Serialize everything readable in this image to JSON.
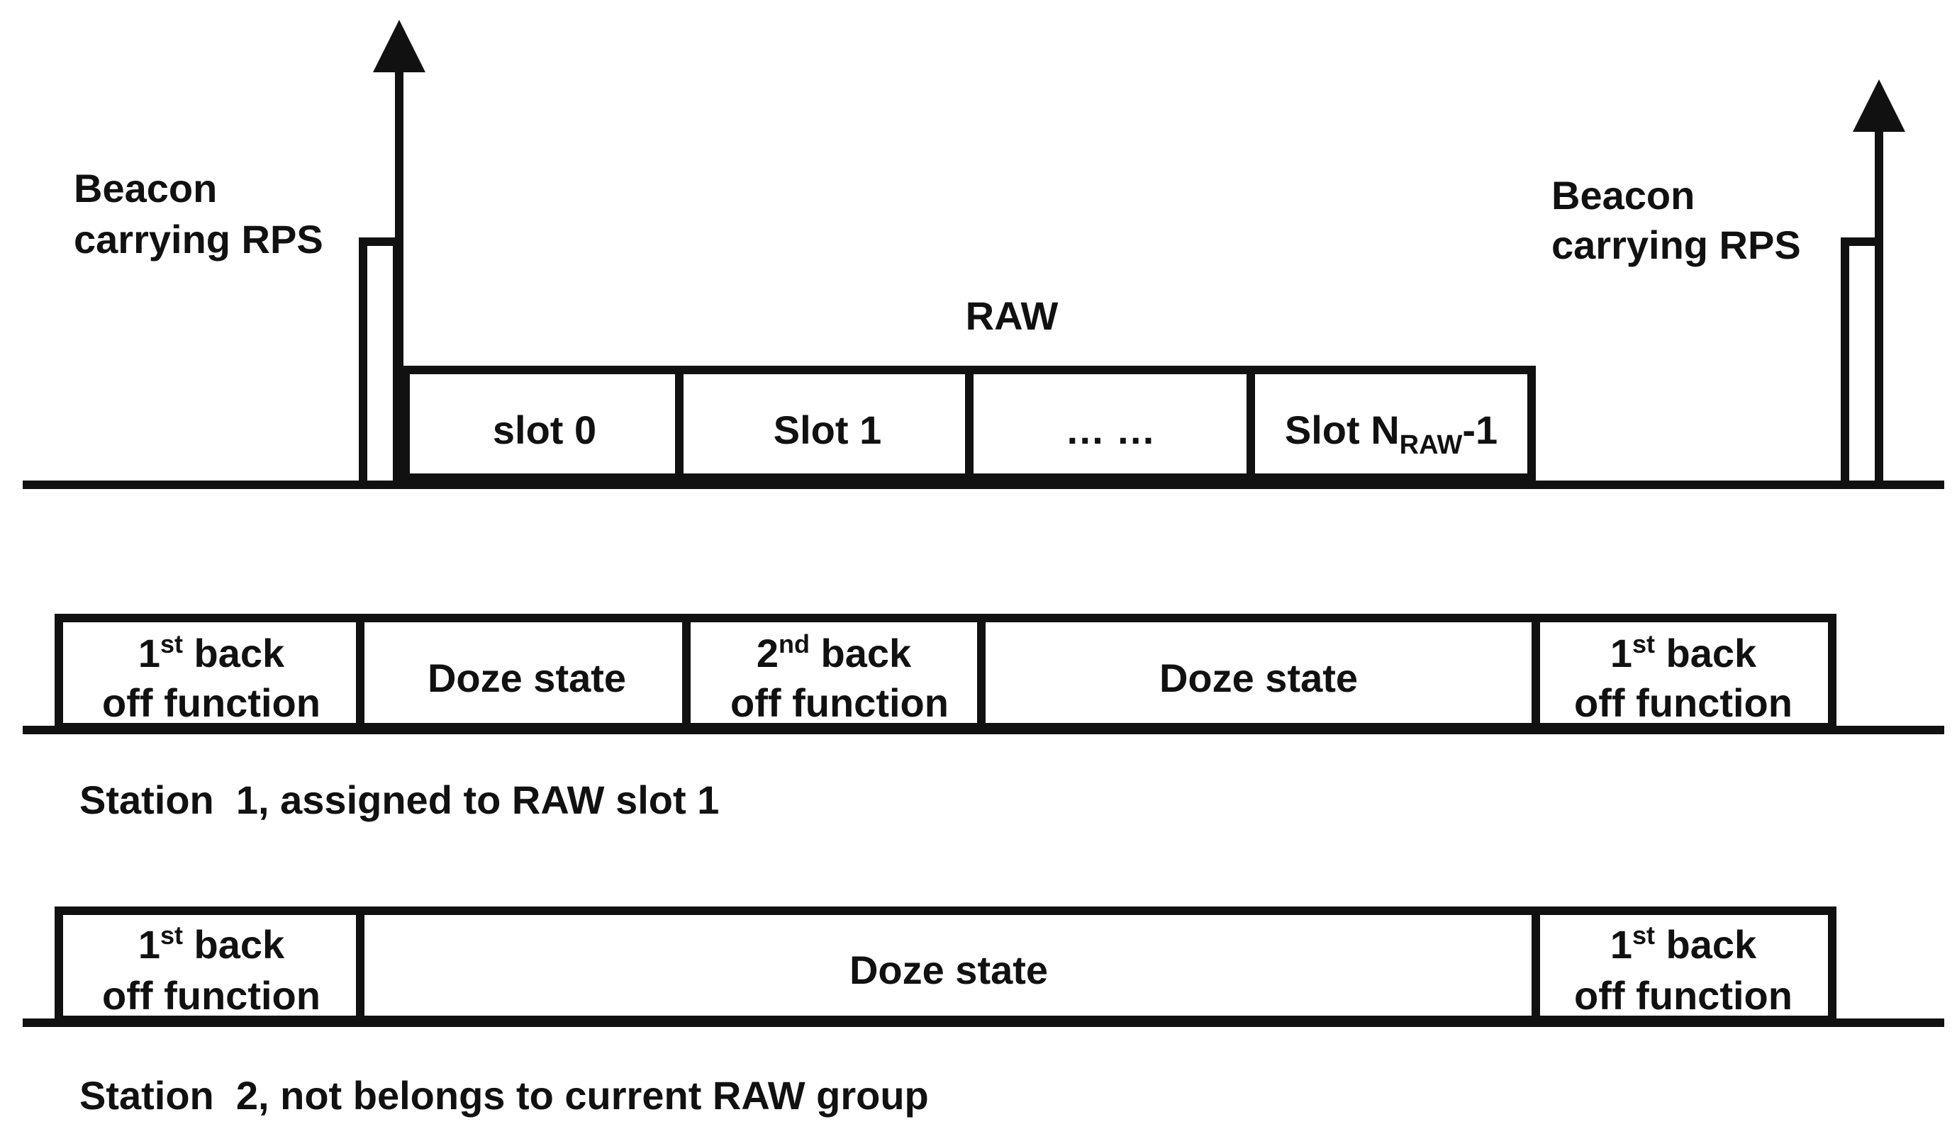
{
  "raw_label": "RAW",
  "beacon_left": {
    "line1": "Beacon",
    "line2": "carrying RPS"
  },
  "beacon_right": {
    "line1": "Beacon",
    "line2": "carrying RPS"
  },
  "slots": {
    "slot0": "slot 0",
    "slot1": "Slot 1",
    "ellipsis": "… …",
    "last_prefix": "Slot N",
    "last_sub": "RAW",
    "last_suffix": "-1"
  },
  "station1": {
    "caption": "Station  1, assigned to RAW slot 1",
    "box1": {
      "ord": "1",
      "sup": "st",
      "rest": " back",
      "line2": "off function"
    },
    "box2": {
      "text": "Doze state"
    },
    "box3": {
      "ord": "2",
      "sup": "nd",
      "rest": " back",
      "line2": "off function"
    },
    "box4": {
      "text": "Doze state"
    },
    "box5": {
      "ord": "1",
      "sup": "st",
      "rest": " back",
      "line2": "off function"
    }
  },
  "station2": {
    "caption": "Station  2, not belongs to current RAW group",
    "box1": {
      "ord": "1",
      "sup": "st",
      "rest": " back",
      "line2": "off function"
    },
    "box2": {
      "text": "Doze state"
    },
    "box3": {
      "ord": "1",
      "sup": "st",
      "rest": " back",
      "line2": "off function"
    }
  }
}
